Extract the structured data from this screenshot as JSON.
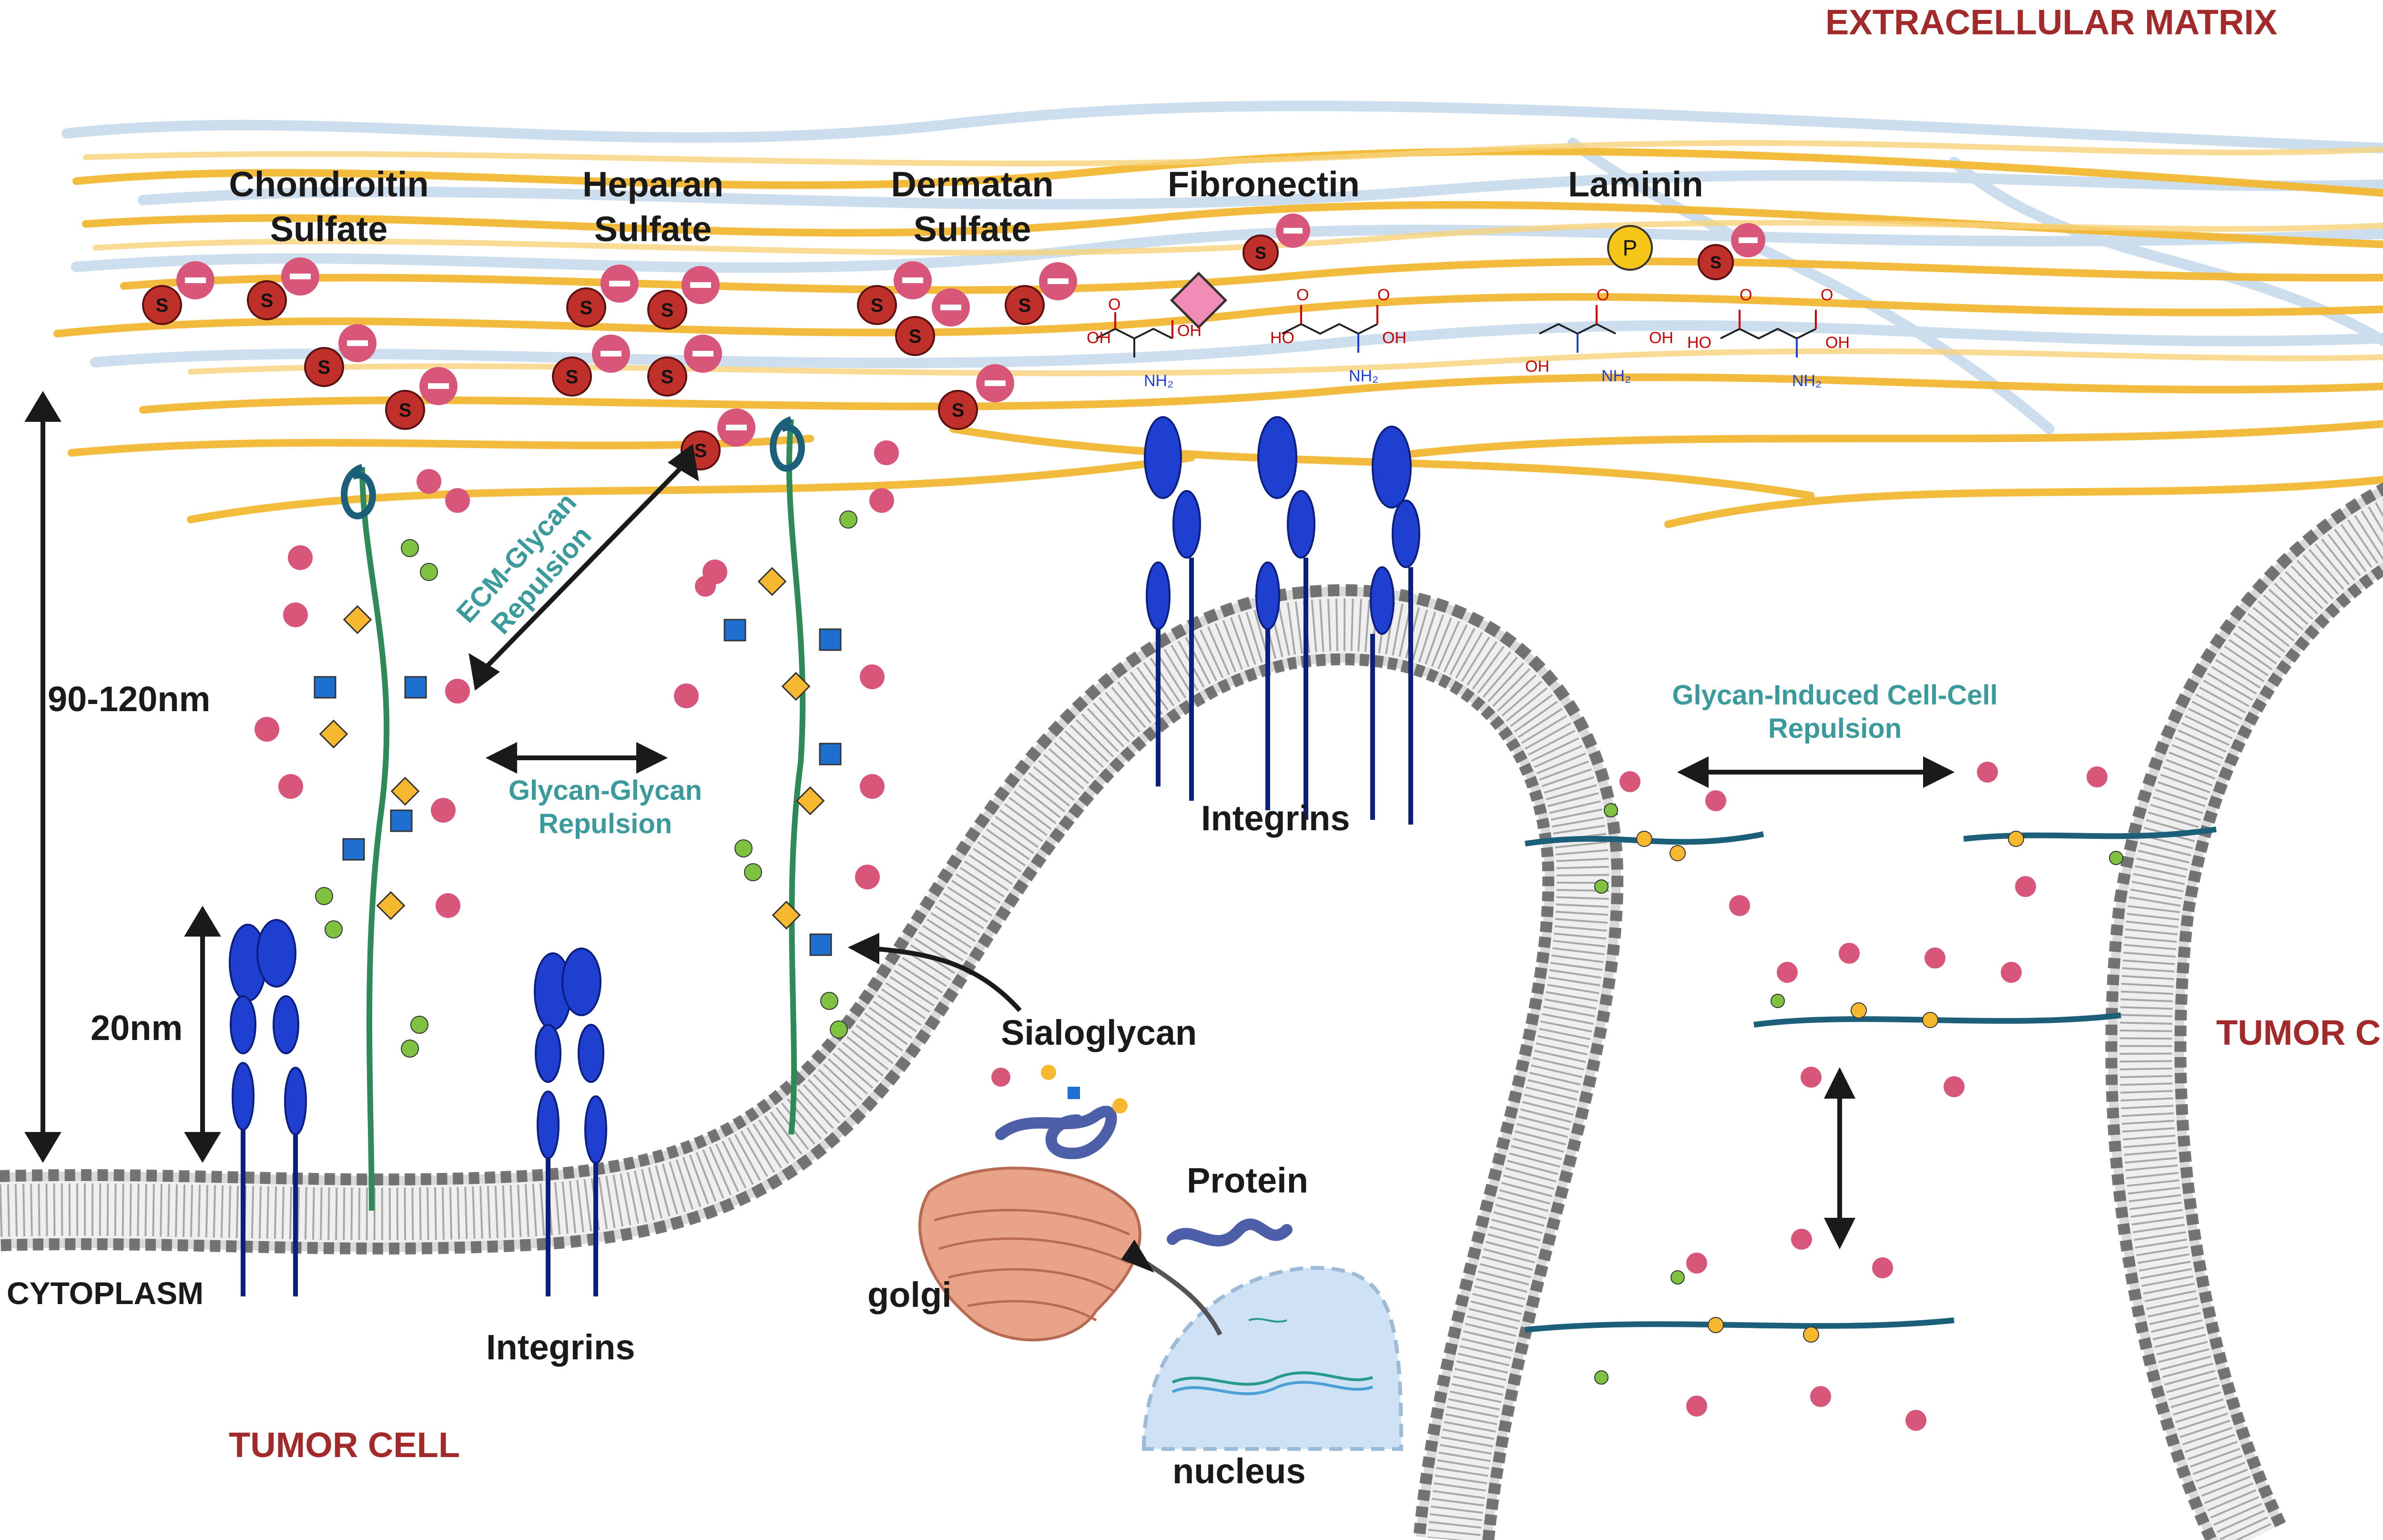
{
  "labels": {
    "extracellular_matrix": "EXTRACELLULAR MATRIX",
    "chondroitin_1": "Chondroitin",
    "chondroitin_2": "Sulfate",
    "heparan_1": "Heparan",
    "heparan_2": "Sulfate",
    "dermatan_1": "Dermatan",
    "dermatan_2": "Sulfate",
    "fibronectin": "Fibronectin",
    "laminin": "Laminin",
    "dim_large": "90-120nm",
    "dim_small": "20nm",
    "ecm_glycan_1": "ECM-Glycan",
    "ecm_glycan_2": "Repulsion",
    "glycan_glycan_1": "Glycan-Glycan",
    "glycan_glycan_2": "Repulsion",
    "integrins_top": "Integrins",
    "integrins_bottom": "Integrins",
    "cell_cell_1": "Glycan-Induced Cell-Cell",
    "cell_cell_2": "Repulsion",
    "sialoglycan": "Sialoglycan",
    "protein": "Protein",
    "golgi": "golgi",
    "nucleus": "nucleus",
    "cytoplasm": "CYTOPLASM",
    "tumor_cell_left": "TUMOR CELL",
    "tumor_cell_right": "TUMOR CELL",
    "sulfate_symbol": "S",
    "phosphate_symbol": "P",
    "chem_oh": "OH",
    "chem_ho": "HO",
    "chem_o": "O",
    "chem_nh2": "NH₂"
  },
  "colors": {
    "title_red": "#a32a2a",
    "teal_text": "#3a9a9c",
    "collagen_yellow": "#f2b833",
    "collagen_blue": "#a9c7de",
    "sulfate_red": "#c0302b",
    "minus_pink": "#d85679",
    "integrin_blue": "#1f3fd1",
    "membrane_gray": "#6b6b6b",
    "golgi_orange": "#e8a389",
    "nucleus_blue": "#cfe2f5",
    "phosphate_yellow": "#f5c518"
  }
}
